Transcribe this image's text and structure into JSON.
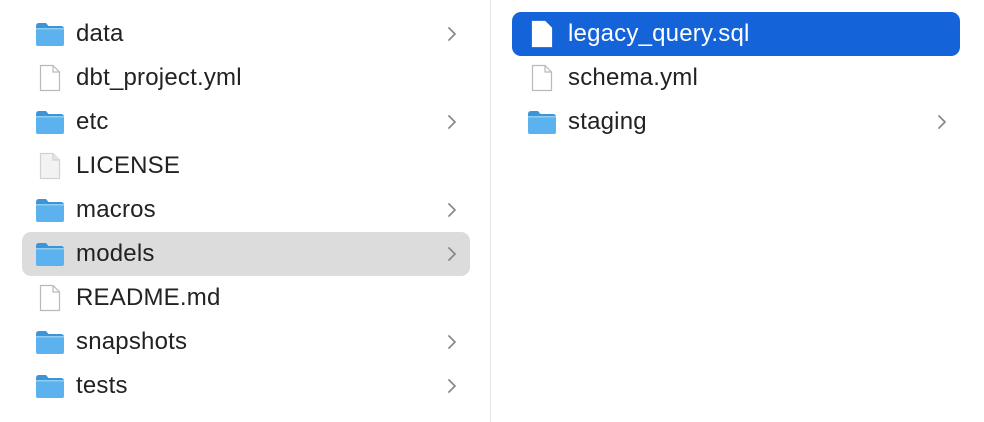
{
  "columns": {
    "left": {
      "items": [
        {
          "name": "data",
          "kind": "folder",
          "has_children": true,
          "selected": "none"
        },
        {
          "name": "dbt_project.yml",
          "kind": "file",
          "has_children": false,
          "selected": "none"
        },
        {
          "name": "etc",
          "kind": "folder",
          "has_children": true,
          "selected": "none"
        },
        {
          "name": "LICENSE",
          "kind": "file-plain",
          "has_children": false,
          "selected": "none"
        },
        {
          "name": "macros",
          "kind": "folder",
          "has_children": true,
          "selected": "none"
        },
        {
          "name": "models",
          "kind": "folder",
          "has_children": true,
          "selected": "inactive"
        },
        {
          "name": "README.md",
          "kind": "file",
          "has_children": false,
          "selected": "none"
        },
        {
          "name": "snapshots",
          "kind": "folder",
          "has_children": true,
          "selected": "none"
        },
        {
          "name": "tests",
          "kind": "folder",
          "has_children": true,
          "selected": "none"
        }
      ]
    },
    "right": {
      "items": [
        {
          "name": "legacy_query.sql",
          "kind": "file",
          "has_children": false,
          "selected": "active"
        },
        {
          "name": "schema.yml",
          "kind": "file",
          "has_children": false,
          "selected": "none"
        },
        {
          "name": "staging",
          "kind": "folder",
          "has_children": true,
          "selected": "none"
        }
      ]
    }
  },
  "icons": {
    "folder": "folder-icon",
    "file": "document-icon",
    "file-plain": "plain-document-icon",
    "chevron": "chevron-right-icon"
  },
  "colors": {
    "selection_active": "#1463d9",
    "selection_inactive": "#dcdcdc",
    "folder_body": "#5cb2ee",
    "folder_tab": "#3d95d8",
    "chevron": "#8a8a8a"
  }
}
